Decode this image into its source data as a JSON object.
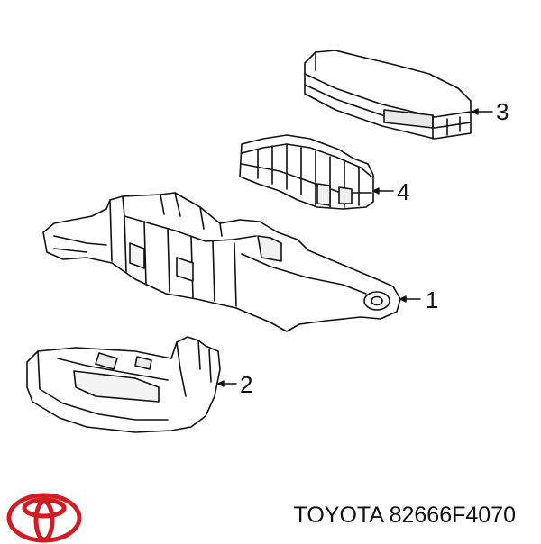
{
  "callouts": [
    {
      "number": "1"
    },
    {
      "number": "2"
    },
    {
      "number": "3"
    },
    {
      "number": "4"
    }
  ],
  "brand": {
    "logo_icon": "toyota-emblem",
    "logo_color": "#d11c24"
  },
  "footer": {
    "text": "TOYOTA 82666F4070"
  }
}
